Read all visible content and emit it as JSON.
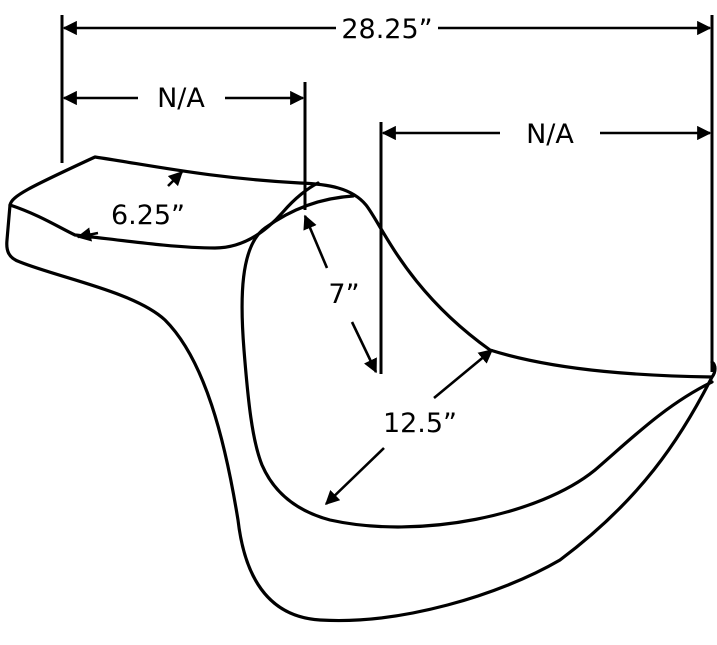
{
  "dimensions": {
    "overall_length": "28.25”",
    "rider_seat_length": "N/A",
    "passenger_seat_length": "N/A",
    "passenger_width": "6.25”",
    "backrest_height": "7”",
    "rider_width": "12.5”"
  }
}
